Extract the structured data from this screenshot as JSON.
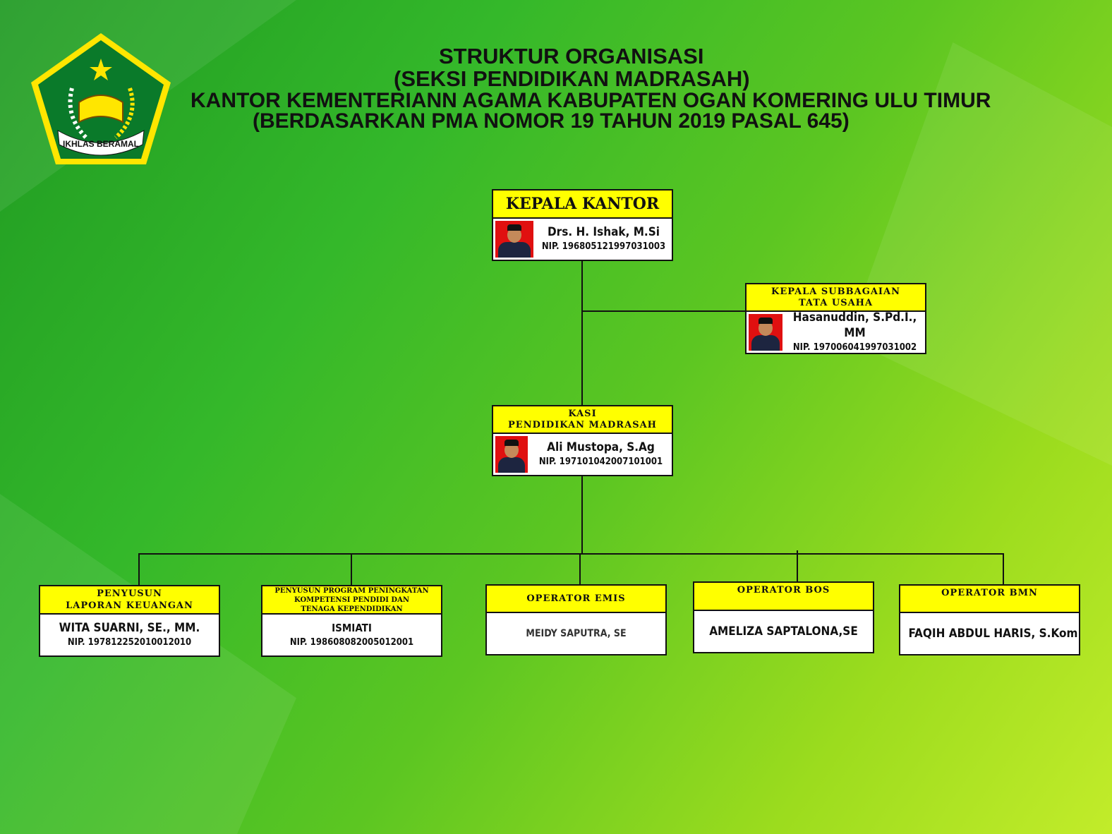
{
  "logo": {
    "ribbon_text": "IKHLAS BERAMAL"
  },
  "title": [
    "STRUKTUR ORGANISASI",
    "(SEKSI PENDIDIKAN MADRASAH)",
    "KANTOR KEMENTERIANN AGAMA KABUPATEN OGAN KOMERING ULU TIMUR",
    "(BERDASARKAN PMA NOMOR 19 TAHUN 2019 PASAL 645)"
  ],
  "kepala": {
    "title": "KEPALA KANTOR",
    "name": "Drs. H. Ishak, M.Si",
    "nip": "NIP. 196805121997031003"
  },
  "subbag": {
    "title1": "KEPALA SUBBAGAIAN",
    "title2": "TATA USAHA",
    "name": "Hasanuddin, S.Pd.I., MM",
    "nip": "NIP. 197006041997031002"
  },
  "kasi": {
    "title1": "KASI",
    "title2": "PENDIDIKAN MADRASAH",
    "name": "Ali Mustopa, S.Ag",
    "nip": "NIP. 197101042007101001"
  },
  "staff": [
    {
      "title1": "PENYUSUN",
      "title2": "LAPORAN KEUANGAN",
      "title3": "",
      "name": "WITA SUARNI, SE., MM.",
      "nip": "NIP. 197812252010012010"
    },
    {
      "title1": "PENYUSUN PROGRAM PENINGKATAN",
      "title2": "KOMPETENSI PENDIDI DAN",
      "title3": "TENAGA KEPENDIDIKAN",
      "name": "ISMIATI",
      "nip": "NIP. 198608082005012001"
    },
    {
      "title1": "OPERATOR EMIS",
      "title2": "",
      "title3": "",
      "name": "MEIDY SAPUTRA, SE",
      "nip": ""
    },
    {
      "title1": "OPERATOR BOS",
      "title2": "",
      "title3": "",
      "name": "AMELIZA SAPTALONA,SE",
      "nip": ""
    },
    {
      "title1": "OPERATOR BMN",
      "title2": "",
      "title3": "",
      "name": "FAQIH ABDUL HARIS, S.Kom",
      "nip": ""
    }
  ]
}
